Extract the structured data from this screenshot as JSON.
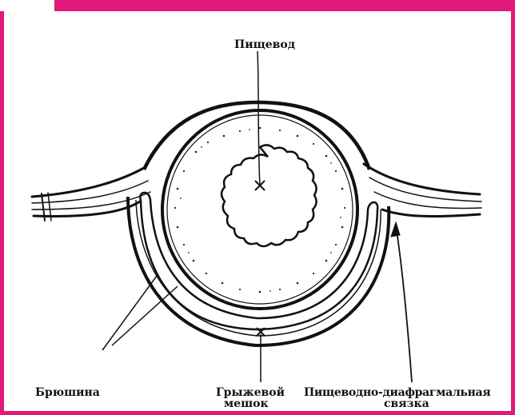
{
  "labels": {
    "esophagus": "Пищевод",
    "peritoneum": "Брюшина",
    "hernia_sac_line1": "Грыжевой",
    "hernia_sac_line2": "мешок",
    "ligament_line1": "Пищеводно-диафрагмальная",
    "ligament_line2": "связка"
  },
  "colors": {
    "frame": "#e0197a",
    "ink": "#111111",
    "background": "#ffffff"
  }
}
